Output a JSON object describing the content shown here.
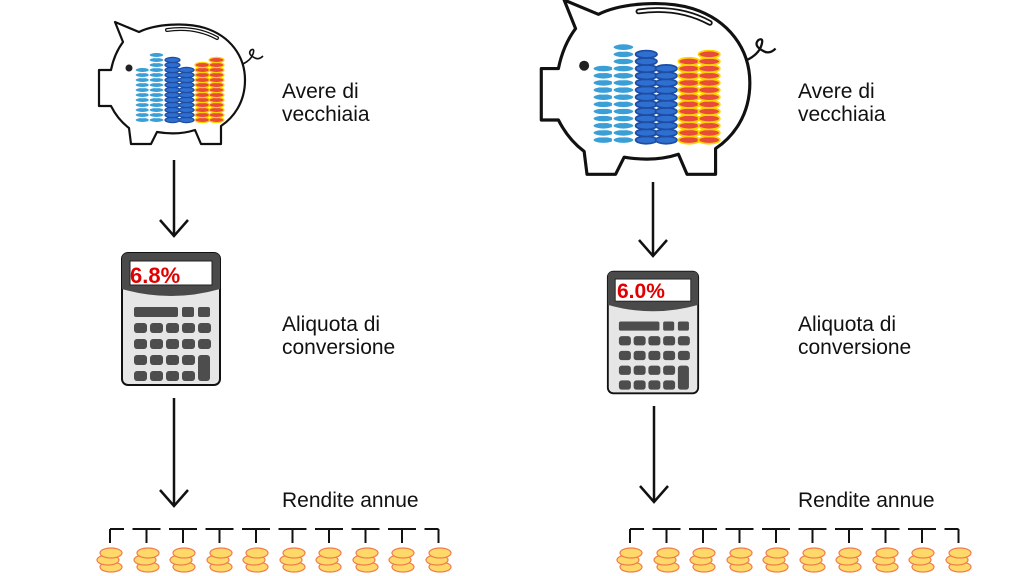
{
  "left": {
    "savings_label_line1": "Avere di",
    "savings_label_line2": "vecchiaia",
    "rate_display": "6.8%",
    "rate_label_line1": "Aliquota di",
    "rate_label_line2": "conversione",
    "annuity_label": "Rendite annue",
    "annuity_count": 10
  },
  "right": {
    "savings_label_line1": "Avere di",
    "savings_label_line2": "vecchiaia",
    "rate_display": "6.0%",
    "rate_label_line1": "Aliquota di",
    "rate_label_line2": "conversione",
    "annuity_label": "Rendite annue",
    "annuity_count": 10
  },
  "colors": {
    "coin_light_blue": "#3a9fd6",
    "coin_dark_blue": "#2f6fd0",
    "coin_red": "#e84a3c",
    "coin_gold": "#ffd86a",
    "rate_text": "#e00000",
    "calc_body": "#e6e6e6",
    "calc_key": "#4d4d4d"
  }
}
